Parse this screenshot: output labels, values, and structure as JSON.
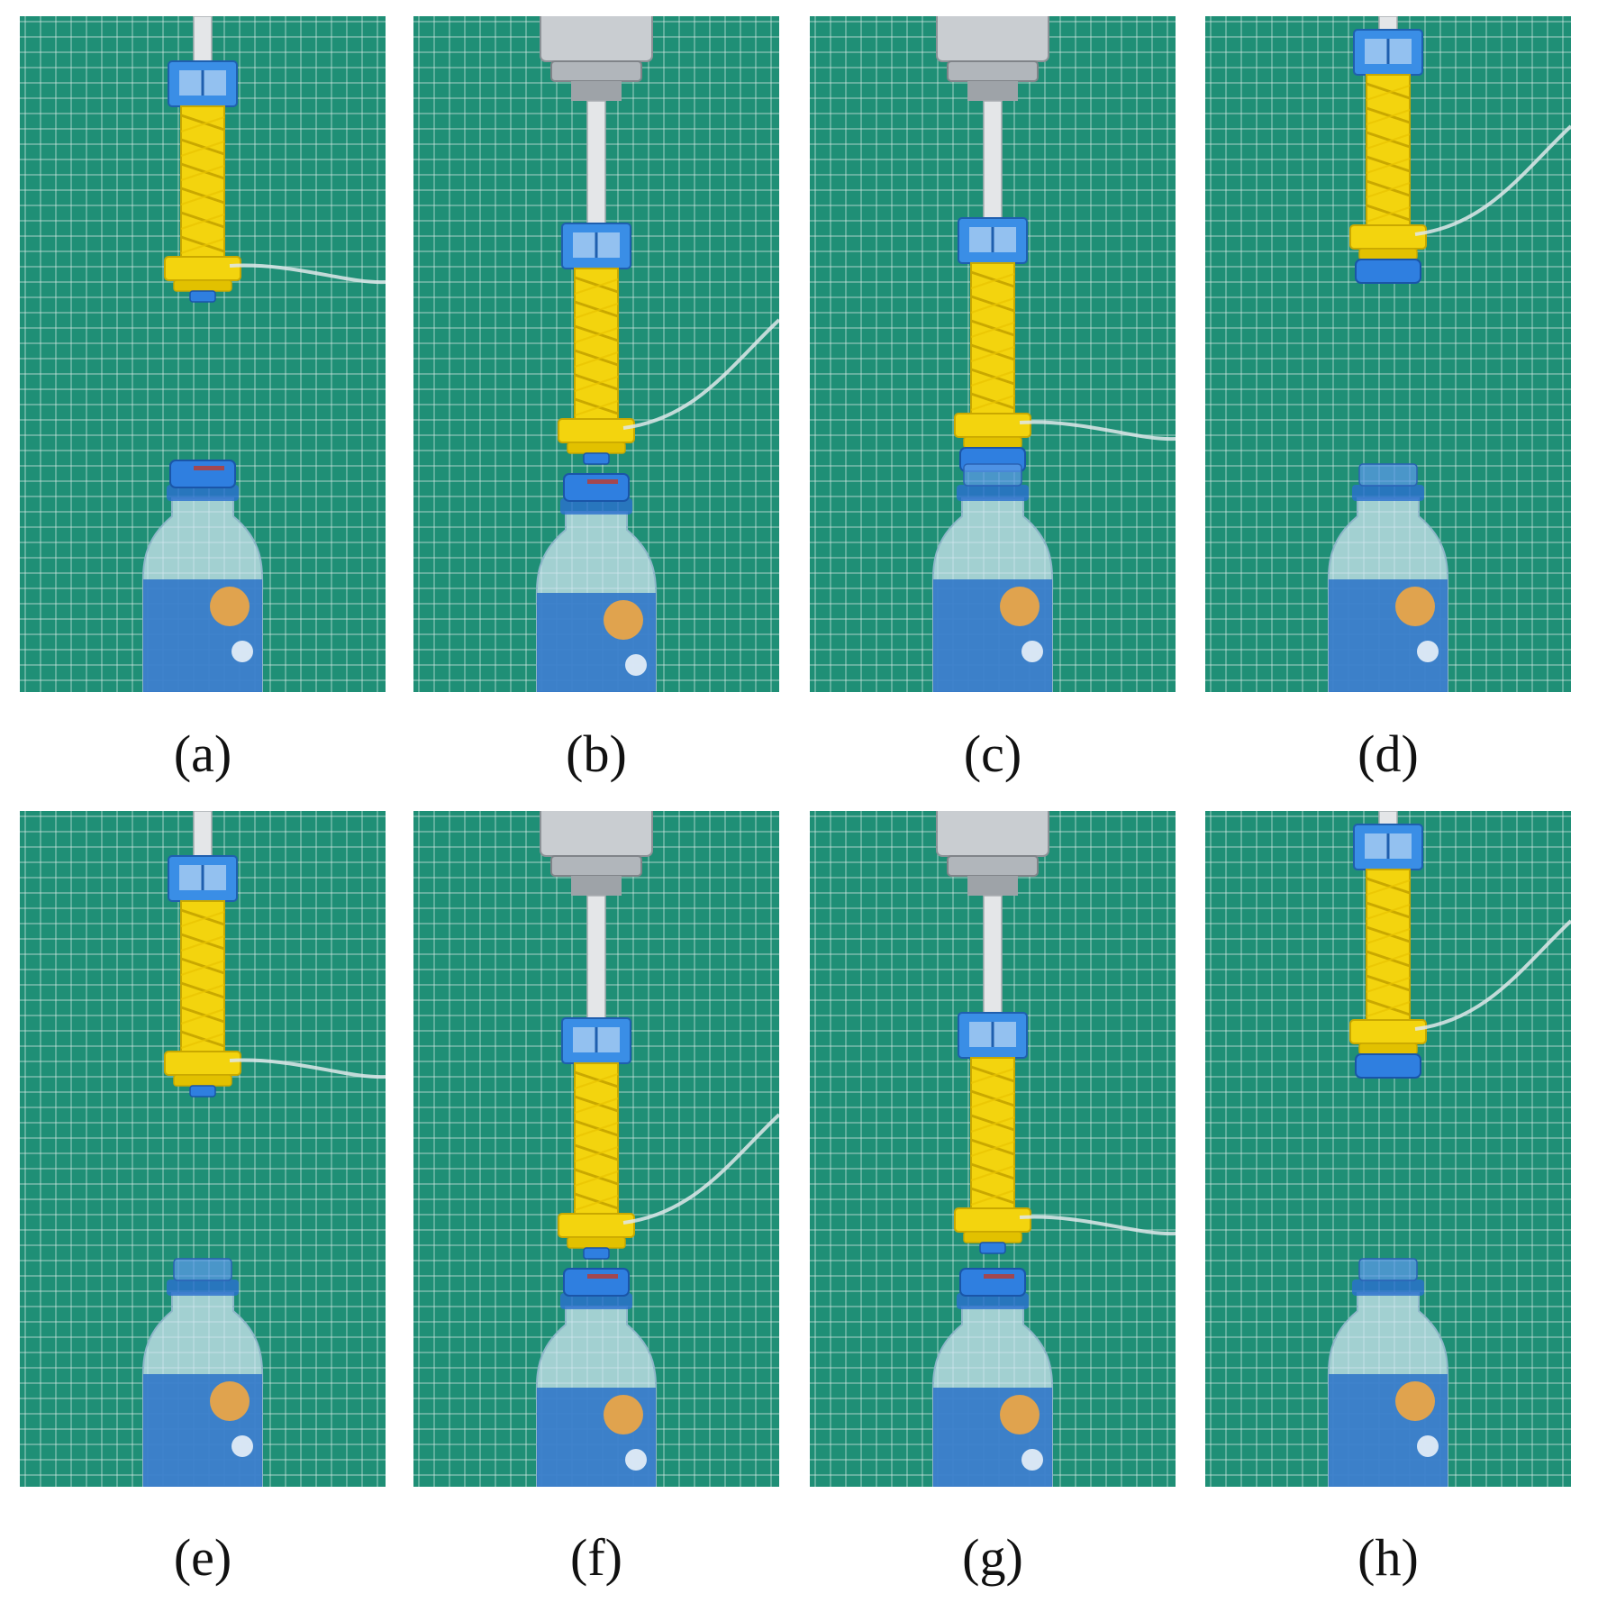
{
  "colors": {
    "mat": "#1f8f76",
    "grid_line": "#e8f3ee",
    "gripper_yellow": "#f3d40e",
    "cap_blue": "#2f7fe0",
    "mount_blue": "#3a8ee6",
    "steel": "#c9cdd1",
    "bottle_blue": "#2a72c8"
  },
  "icons": [
    "metal-rod",
    "robot-flange",
    "blue-mount-frame",
    "yellow-soft-gripper",
    "air-tube",
    "bottle-cap",
    "plastic-bottle"
  ],
  "panels": [
    {
      "id": "a",
      "caption": "(a)",
      "flange": false,
      "gripper_state": "extended",
      "cap_on_bottle": true,
      "cap_in_gripper": false
    },
    {
      "id": "b",
      "caption": "(b)",
      "flange": true,
      "gripper_state": "extended",
      "cap_on_bottle": true,
      "cap_in_gripper": false
    },
    {
      "id": "c",
      "caption": "(c)",
      "flange": true,
      "gripper_state": "twisting",
      "cap_on_bottle": false,
      "cap_in_gripper": true
    },
    {
      "id": "d",
      "caption": "(d)",
      "flange": false,
      "gripper_state": "retracted",
      "cap_on_bottle": false,
      "cap_in_gripper": true
    },
    {
      "id": "e",
      "caption": "(e)",
      "flange": false,
      "gripper_state": "extended",
      "cap_on_bottle": false,
      "cap_in_gripper": false
    },
    {
      "id": "f",
      "caption": "(f)",
      "flange": true,
      "gripper_state": "extended",
      "cap_on_bottle": true,
      "cap_in_gripper": false
    },
    {
      "id": "g",
      "caption": "(g)",
      "flange": true,
      "gripper_state": "twisting",
      "cap_on_bottle": true,
      "cap_in_gripper": false
    },
    {
      "id": "h",
      "caption": "(h)",
      "flange": false,
      "gripper_state": "retracted",
      "cap_on_bottle": false,
      "cap_in_gripper": true
    }
  ]
}
